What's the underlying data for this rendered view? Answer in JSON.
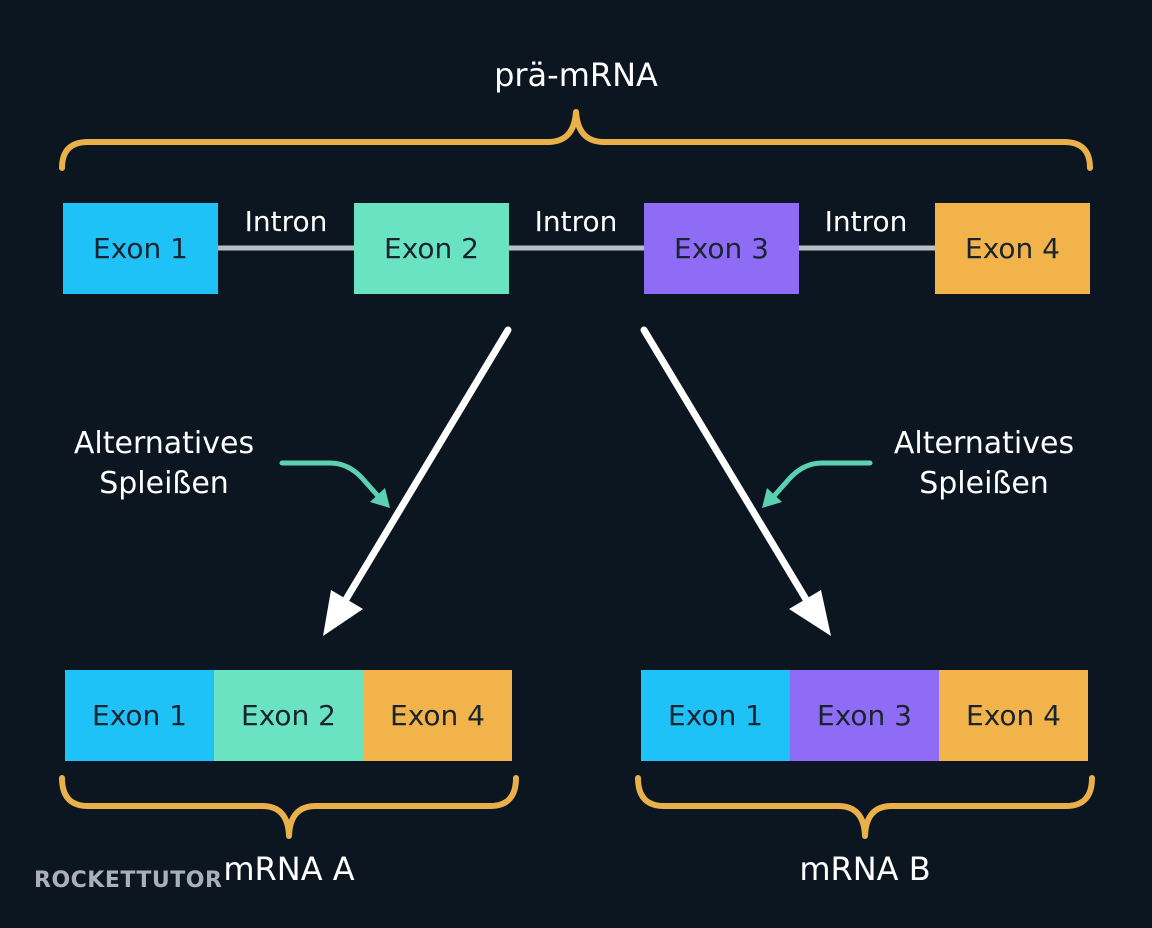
{
  "colors": {
    "background": "#0c1620",
    "brace": "#eab04a",
    "exon1": "#1ec2f7",
    "exon2": "#6ae3c3",
    "exon3": "#8f6cf5",
    "exon4": "#f1b34a",
    "intron_line": "#b8bec4",
    "arrow": "#ffffff",
    "pointer": "#5cd1b2"
  },
  "pre_mrna": {
    "title": "prä-mRNA",
    "exons": [
      {
        "label": "Exon 1",
        "color": "exon1"
      },
      {
        "label": "Exon 2",
        "color": "exon2"
      },
      {
        "label": "Exon 3",
        "color": "exon3"
      },
      {
        "label": "Exon 4",
        "color": "exon4"
      }
    ],
    "introns": [
      "Intron",
      "Intron",
      "Intron"
    ]
  },
  "splicing": {
    "left": {
      "line1": "Alternatives",
      "line2": "Spleißen"
    },
    "right": {
      "line1": "Alternatives",
      "line2": "Spleißen"
    }
  },
  "mrna_a": {
    "title": "mRNA A",
    "exons": [
      {
        "label": "Exon 1",
        "color": "exon1"
      },
      {
        "label": "Exon 2",
        "color": "exon2"
      },
      {
        "label": "Exon 4",
        "color": "exon4"
      }
    ]
  },
  "mrna_b": {
    "title": "mRNA B",
    "exons": [
      {
        "label": "Exon 1",
        "color": "exon1"
      },
      {
        "label": "Exon 3",
        "color": "exon3"
      },
      {
        "label": "Exon 4",
        "color": "exon4"
      }
    ]
  },
  "watermark": "ROCKETTUTOR"
}
